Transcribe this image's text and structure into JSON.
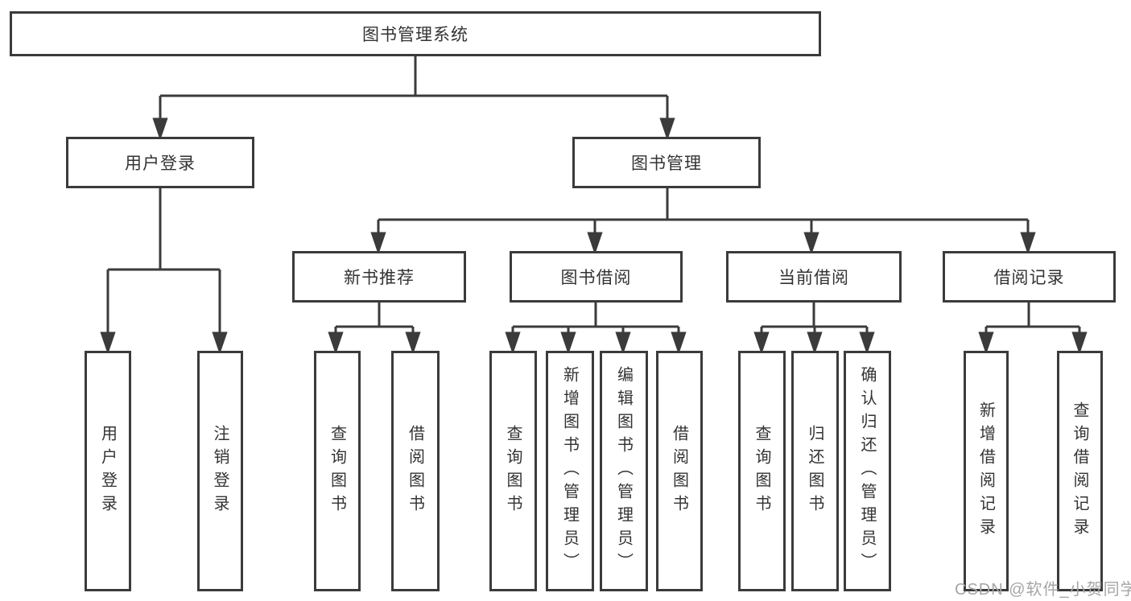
{
  "diagram": {
    "root": {
      "label": "图书管理系统"
    },
    "login": {
      "label": "用户登录",
      "children": [
        {
          "label": "用户登录"
        },
        {
          "label": "注销登录"
        }
      ]
    },
    "management": {
      "label": "图书管理",
      "sections": [
        {
          "label": "新书推荐",
          "children": [
            {
              "label": "查询图书"
            },
            {
              "label": "借阅图书"
            }
          ]
        },
        {
          "label": "图书借阅",
          "children": [
            {
              "label": "查询图书"
            },
            {
              "label": "新增图书（管理员）"
            },
            {
              "label": "编辑图书（管理员）"
            },
            {
              "label": "借阅图书"
            }
          ]
        },
        {
          "label": "当前借阅",
          "children": [
            {
              "label": "查询图书"
            },
            {
              "label": "归还图书"
            },
            {
              "label": "确认归还（管理员）"
            }
          ]
        },
        {
          "label": "借阅记录",
          "children": [
            {
              "label": "新增借阅记录"
            },
            {
              "label": "查询借阅记录"
            }
          ]
        }
      ]
    }
  },
  "watermark": {
    "text": "CSDN @软件_小贺同学"
  },
  "colors": {
    "line": "#3b3b3b",
    "text": "#333333",
    "background": "#ffffff",
    "watermark": "#a6a6a6"
  }
}
